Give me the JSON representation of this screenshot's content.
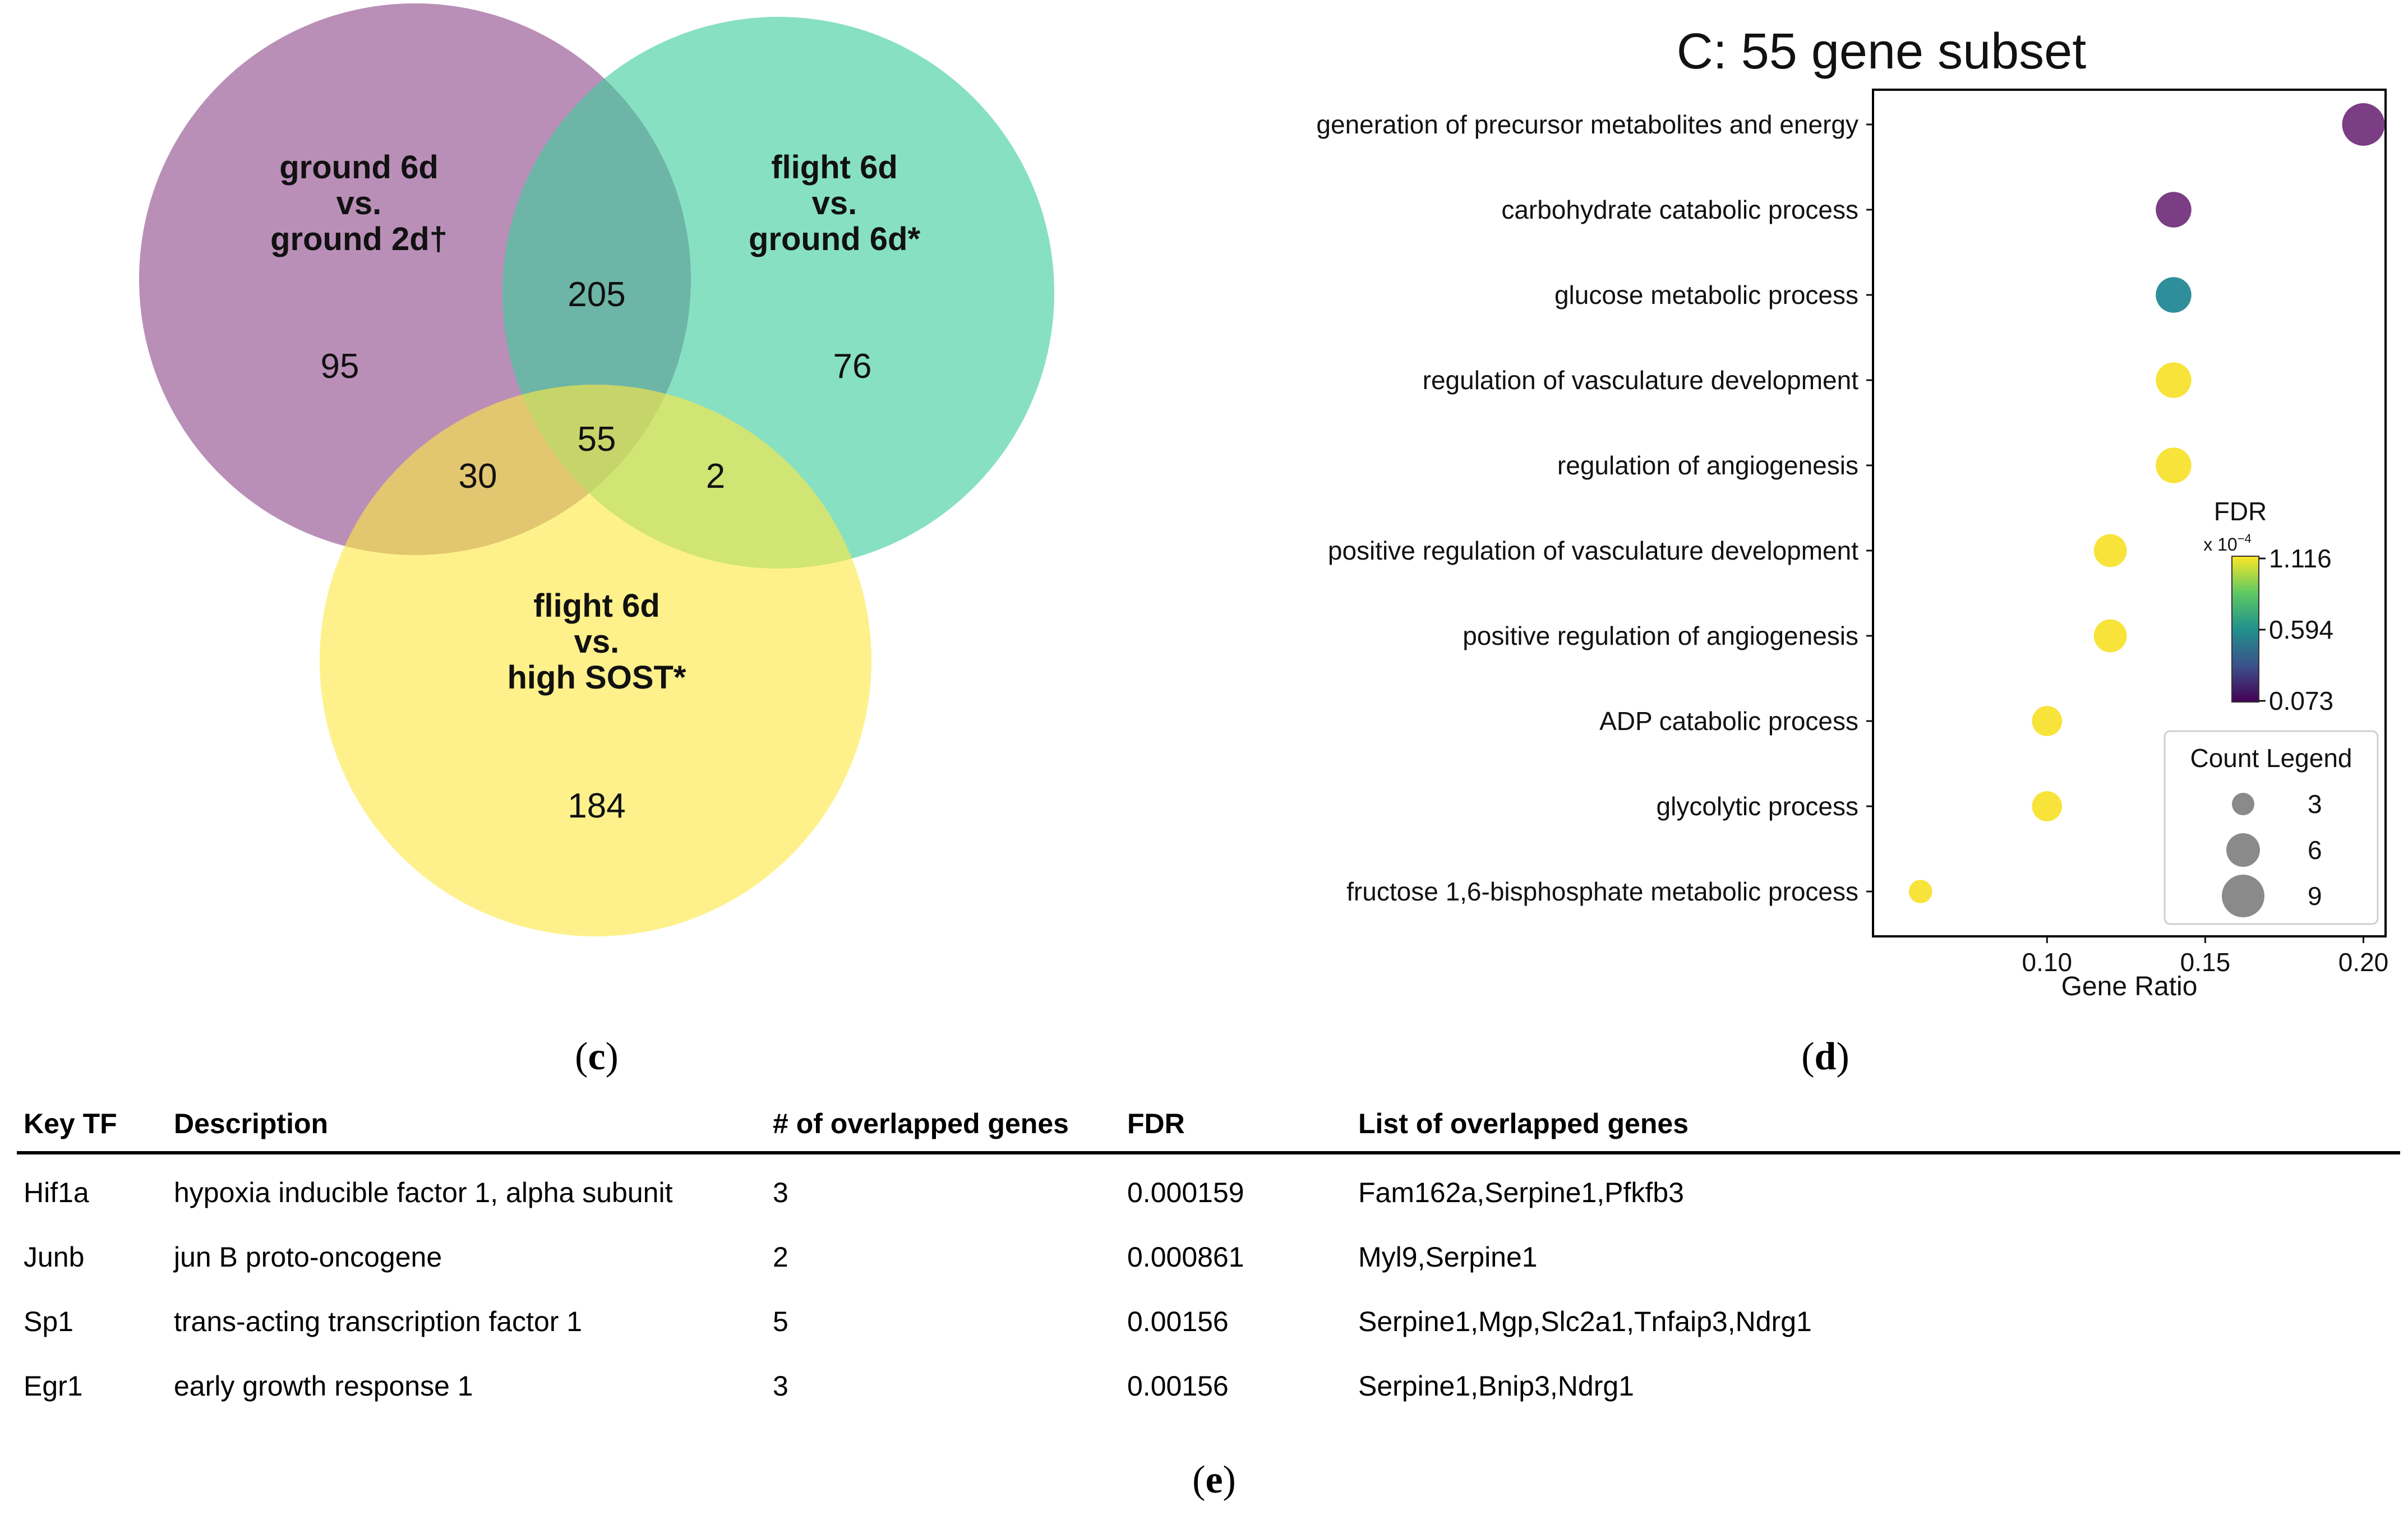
{
  "venn": {
    "sets": [
      {
        "label_lines": [
          "ground 6d",
          "vs.",
          "ground 2d†"
        ],
        "color": "#8e4a8a"
      },
      {
        "label_lines": [
          "flight 6d",
          "vs.",
          "ground 6d*"
        ],
        "color": "#3dcd9c"
      },
      {
        "label_lines": [
          "flight 6d",
          "vs.",
          "high SOST*"
        ],
        "color": "#fde944"
      }
    ],
    "counts": {
      "only_ground": "95",
      "only_flight_ground": "76",
      "only_sost": "184",
      "ground_and_flight_ground": "205",
      "ground_and_sost": "30",
      "flight_ground_and_sost": "2",
      "all_three": "55"
    },
    "panel_label": "c"
  },
  "chart_data": {
    "type": "scatter",
    "title": "C: 55 gene subset",
    "xlabel": "Gene Ratio",
    "ylabel": "",
    "xlim": [
      0.045,
      0.207
    ],
    "xticks": [
      0.1,
      0.15,
      0.2
    ],
    "xtick_labels": [
      "0.10",
      "0.15",
      "0.20"
    ],
    "categories": [
      "generation of precursor metabolites and energy",
      "carbohydrate catabolic process",
      "glucose metabolic process",
      "regulation of vasculature development",
      "regulation of angiogenesis",
      "positive regulation of vasculature development",
      "positive regulation of angiogenesis",
      "ADP catabolic process",
      "glycolytic process",
      "fructose 1,6-bisphosphate metabolic process"
    ],
    "gene_ratio": [
      0.2,
      0.14,
      0.14,
      0.14,
      0.14,
      0.12,
      0.12,
      0.1,
      0.1,
      0.06
    ],
    "count": [
      10,
      7,
      7,
      7,
      7,
      6,
      6,
      5,
      5,
      3
    ],
    "fdr_e4": [
      0.073,
      0.073,
      0.594,
      1.116,
      1.116,
      1.116,
      1.116,
      1.116,
      1.116,
      1.116
    ],
    "colorbar": {
      "title": "FDR",
      "multiplier": "x 10",
      "exponent": "−4",
      "tick_labels": [
        "1.116",
        "0.594",
        "0.073"
      ],
      "colors": [
        "#440154",
        "#3b528b",
        "#21918c",
        "#5ec962",
        "#fde725"
      ]
    },
    "size_legend": {
      "title": "Count Legend",
      "entries": [
        "3",
        "6",
        "9"
      ]
    },
    "dot_color_low": "#7b3d84",
    "dot_color_mid": "#2e8f9a",
    "dot_color_high": "#f8e33b",
    "panel_label": "d"
  },
  "table": {
    "columns": [
      "Key TF",
      "Description",
      "# of overlapped genes",
      "FDR",
      "List of overlapped genes"
    ],
    "rows": [
      [
        "Hif1a",
        "hypoxia inducible factor 1, alpha subunit",
        "3",
        "0.000159",
        "Fam162a,Serpine1,Pfkfb3"
      ],
      [
        "Junb",
        "jun B proto-oncogene",
        "2",
        "0.000861",
        "Myl9,Serpine1"
      ],
      [
        "Sp1",
        "trans-acting transcription factor 1",
        "5",
        "0.00156",
        "Serpine1,Mgp,Slc2a1,Tnfaip3,Ndrg1"
      ],
      [
        "Egr1",
        "early growth response 1",
        "3",
        "0.00156",
        "Serpine1,Bnip3,Ndrg1"
      ]
    ],
    "panel_label": "e"
  }
}
